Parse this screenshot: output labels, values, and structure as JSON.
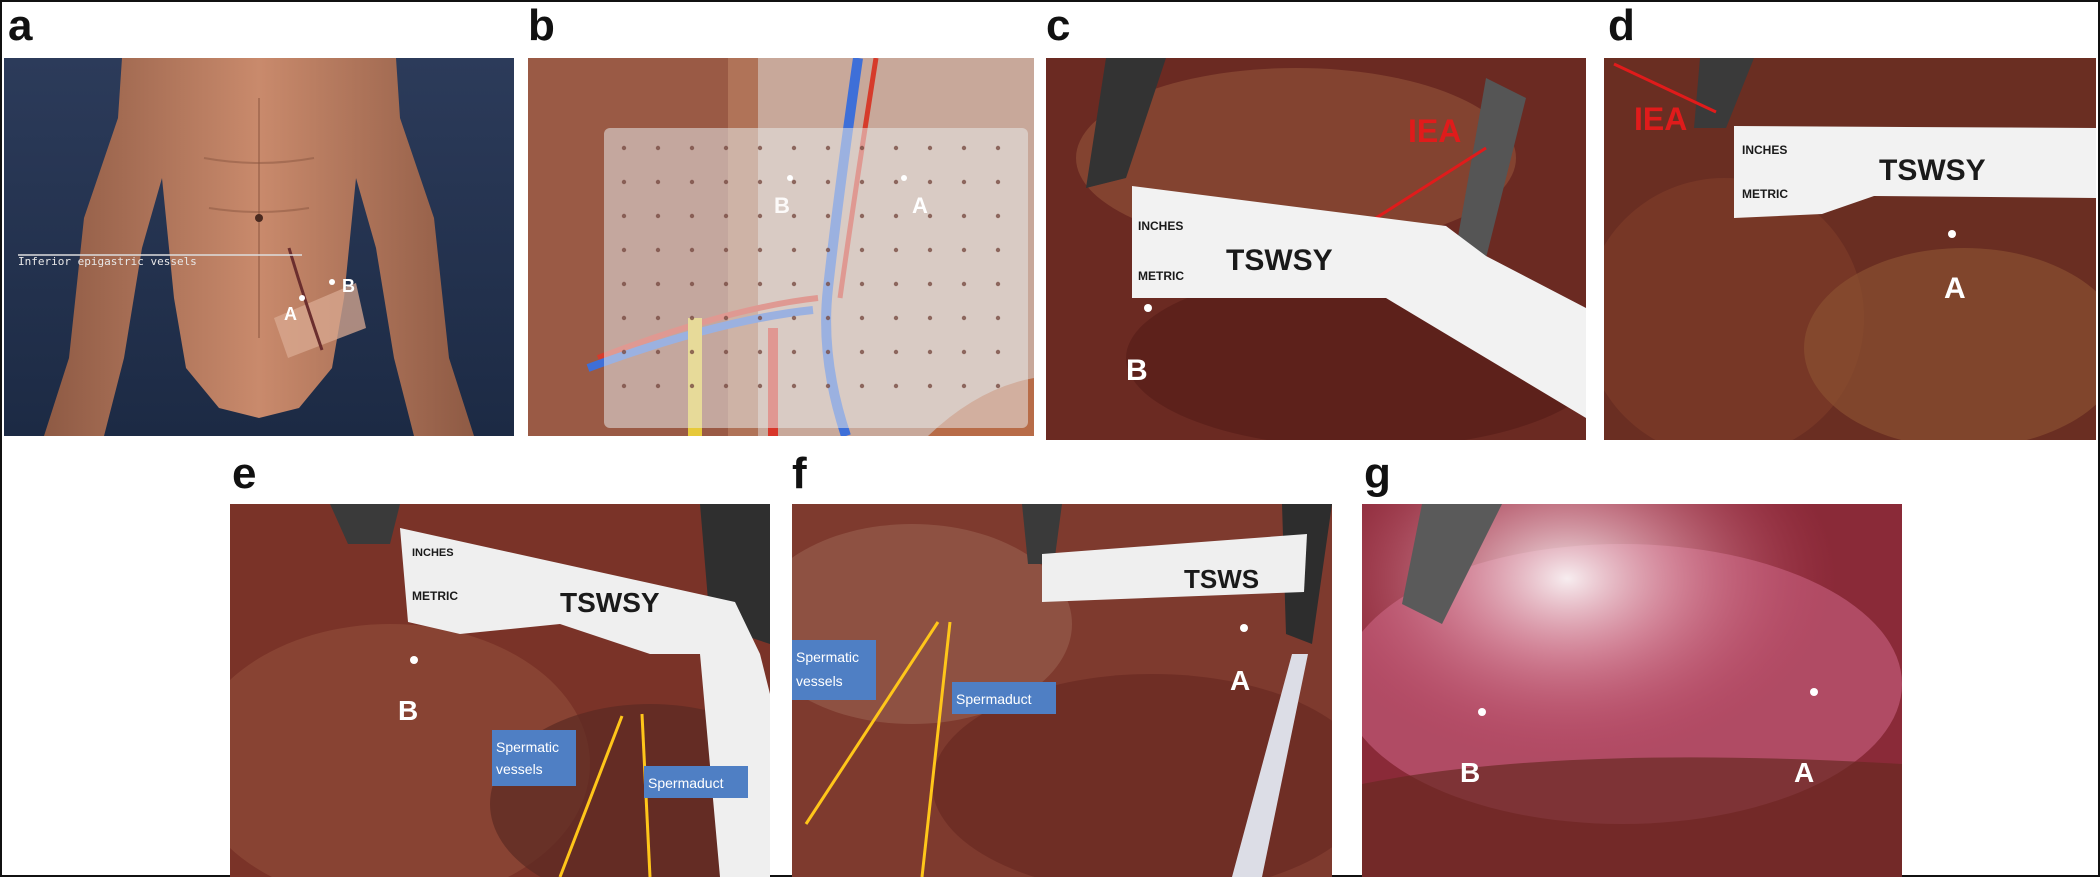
{
  "panels": {
    "a": {
      "letter": "a",
      "vessel_label": "Inferior epigastric vessels",
      "point_a": "A",
      "point_b": "B"
    },
    "b": {
      "letter": "b",
      "point_a": "A",
      "point_b": "B"
    },
    "c": {
      "letter": "c",
      "iea": "IEA",
      "tape_brand": "TSWSY",
      "tape_inches": "INCHES",
      "tape_metric": "METRIC",
      "point_b": "B"
    },
    "d": {
      "letter": "d",
      "iea": "IEA",
      "tape_brand": "TSWSY",
      "tape_inches": "INCHES",
      "tape_metric": "METRIC",
      "point_a": "A"
    },
    "e": {
      "letter": "e",
      "tape_brand": "TSWSY",
      "tape_inches": "INCHES",
      "tape_metric": "METRIC",
      "point_b": "B",
      "spermatic_vessels": [
        "Spermatic",
        "vessels"
      ],
      "spermaduct": "Spermaduct"
    },
    "f": {
      "letter": "f",
      "tape_brand": "TSWS",
      "point_a": "A",
      "spermatic_vessels": [
        "Spermatic",
        "vessels"
      ],
      "spermaduct": "Spermaduct"
    },
    "g": {
      "letter": "g",
      "point_a": "A",
      "point_b": "B"
    }
  },
  "colors": {
    "annotation_box": "#4f7fc4",
    "iea_red": "#e01b1b",
    "yellow_line": "#ffc61a"
  }
}
